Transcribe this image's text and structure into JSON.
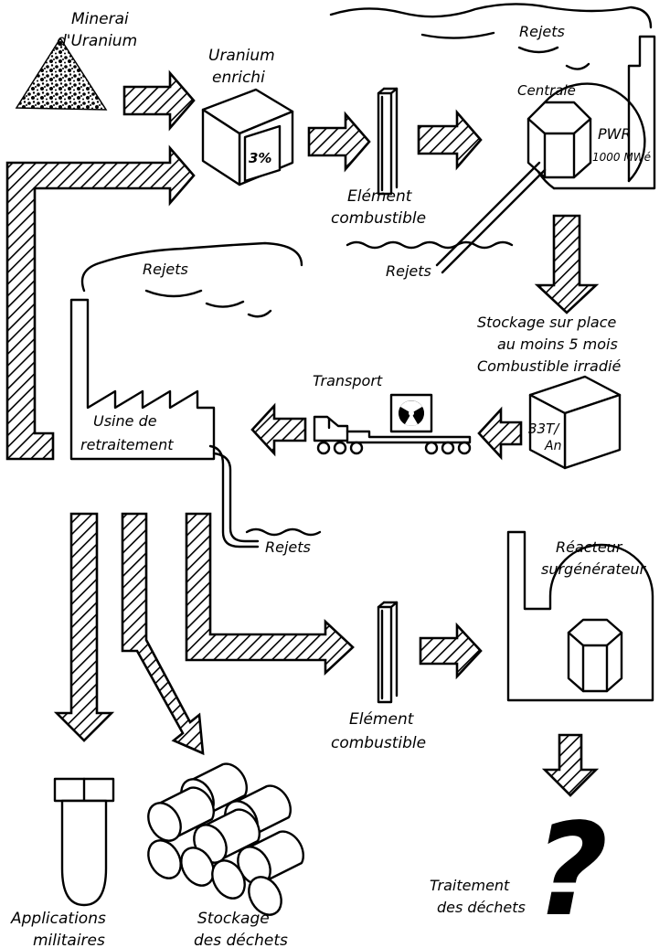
{
  "diagram": {
    "labels": {
      "minerai_1": "Minerai",
      "minerai_2": "d'Uranium",
      "uranium_1": "Uranium",
      "uranium_2": "enrichi",
      "percent": "3%",
      "element1_1": "Elément",
      "element1_2": "combustible",
      "rejets_top": "Rejets",
      "centrale": "Centrale",
      "pwr": "PWR",
      "mwe": "1000 MWé",
      "rejets_water": "Rejets",
      "rejets_usine": "Rejets",
      "stockage_1": "Stockage sur place",
      "stockage_2": "au moins 5 mois",
      "stockage_3": "Combustible irradié",
      "transport": "Transport",
      "t33": "33T/",
      "an": "An",
      "usine_1": "Usine de",
      "usine_2": "retraitement",
      "rejets_pipe": "Rejets",
      "reacteur_1": "Réacteur",
      "reacteur_2": "surgénérateur",
      "element2_1": "Elément",
      "element2_2": "combustible",
      "app_1": "Applications",
      "app_2": "militaires",
      "stock_dechets_1": "Stockage",
      "stock_dechets_2": "des déchets",
      "question": "?",
      "traitement_1": "Traitement",
      "traitement_2": "des déchets"
    }
  }
}
